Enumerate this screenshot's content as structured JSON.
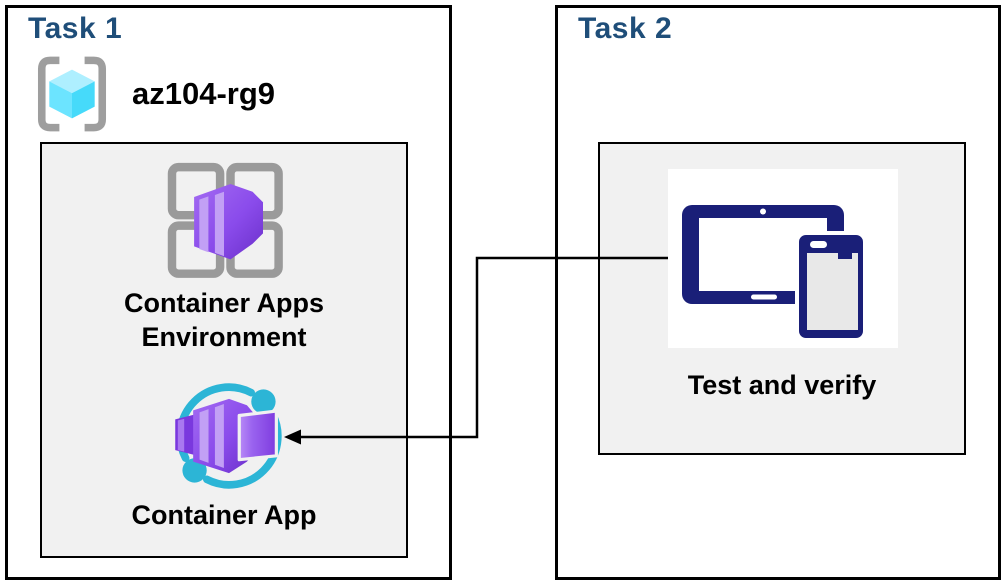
{
  "diagram": {
    "task1": {
      "title": "Task 1",
      "resource_group": {
        "icon": "resource-group-icon",
        "label": "az104-rg9"
      },
      "nodes": [
        {
          "icon": "container-apps-environment-icon",
          "label": "Container Apps Environment"
        },
        {
          "icon": "container-app-icon",
          "label": "Container App"
        }
      ]
    },
    "task2": {
      "title": "Task 2",
      "nodes": [
        {
          "icon": "devices-icon",
          "label": "Test and verify"
        }
      ]
    },
    "connector": {
      "type": "elbow-arrow",
      "from": "Test and verify",
      "to": "Container App",
      "color": "#000000"
    },
    "colors": {
      "title": "#1F4E79",
      "label": "#000000",
      "box_border": "#000000",
      "inner_box_fill": "#F1F1F1",
      "canvas": "#FFFFFF",
      "card_fill": "#FFFFFF",
      "purple": "#8A4BEB",
      "purple_light": "#C2A0F5",
      "purple_dark": "#6A2FC9",
      "cyan": "#2CB5D6",
      "rg_cube_cyan": "#55DFFF",
      "bracket_gray": "#9E9E9E",
      "grid_gray": "#9A9A9A",
      "device_navy": "#1A1F78",
      "phone_screen": "#E8E8E8"
    }
  }
}
